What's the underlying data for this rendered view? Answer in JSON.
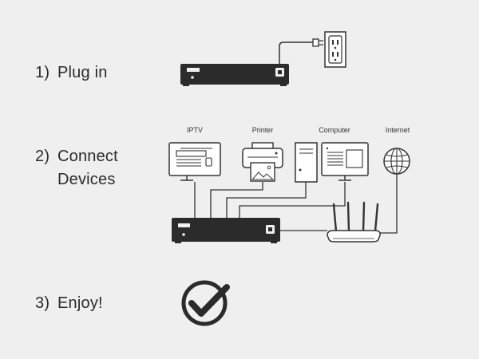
{
  "steps": [
    {
      "number": "1)",
      "text": "Plug in"
    },
    {
      "number": "2)",
      "text": "Connect",
      "text_line2": "Devices"
    },
    {
      "number": "3)",
      "text": "Enjoy!"
    }
  ],
  "devices": {
    "iptv": "IPTV",
    "printer": "Printer",
    "computer": "Computer",
    "internet": "Internet"
  },
  "icons": [
    "power-outlet-icon",
    "tv-icon",
    "printer-icon",
    "computer-icon",
    "globe-icon",
    "router-icon",
    "checkmark-circle-icon"
  ],
  "colors": {
    "background": "#efefef",
    "device": "#2b2b2b",
    "line": "#333333"
  }
}
